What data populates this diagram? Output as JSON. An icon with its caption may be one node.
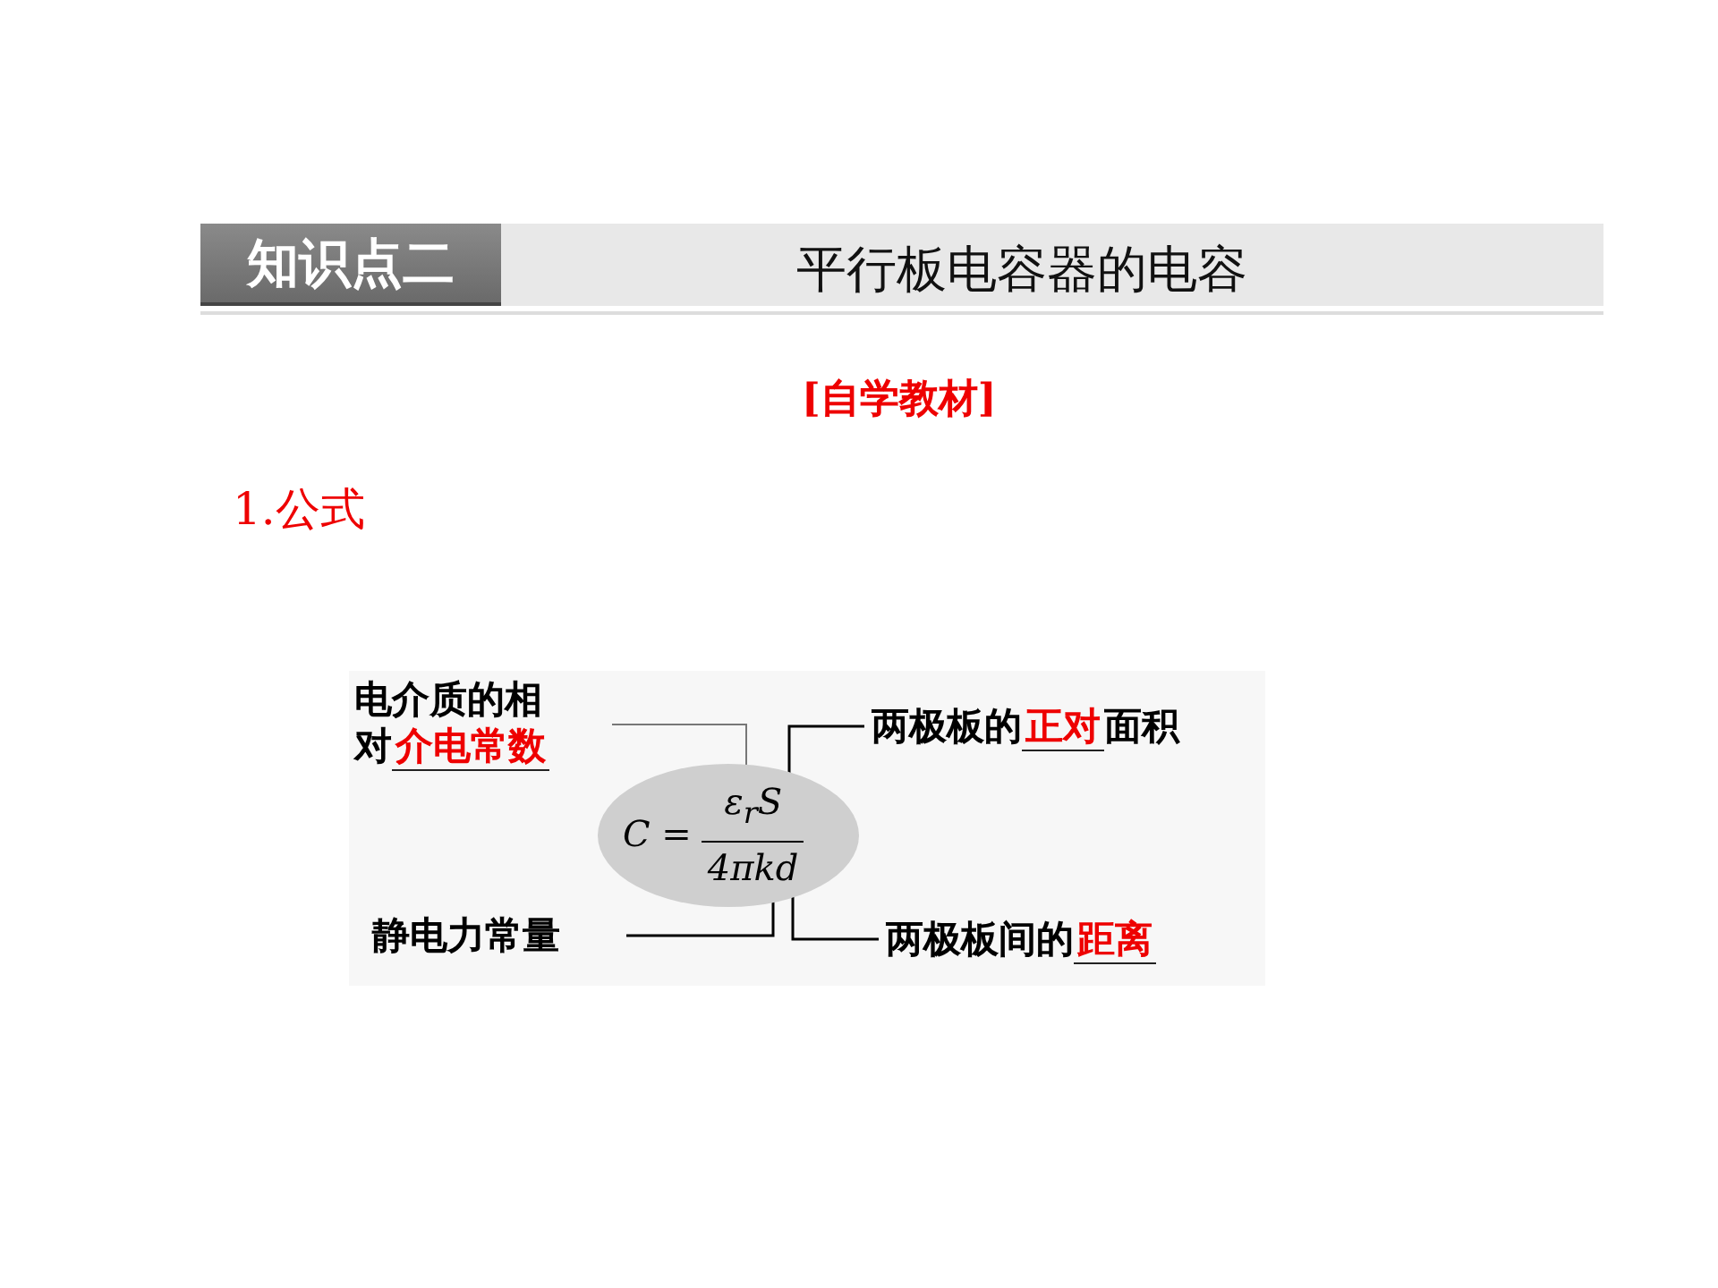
{
  "diagram": {
    "title": "平行板电容器的电容",
    "nodes": [
      {
        "text": [
          "C =",
          "ε$_{r}$S",
          "4πkd"
        ]
      },
      {
        "text": [
          "电介质的相对",
          "介电常数"
        ]
      },
      {
        "text": [
          "两极板的",
          "正对",
          "面积"
        ]
      },
      {
        "text": [
          "静电力常量"
        ]
      },
      {
        "text": [
          "两极板间的",
          "距离"
        ]
      }
    ],
    "edges": [
      {
        "from": 1,
        "to": 0,
        "arrow": "none",
        "color": "#777777"
      },
      {
        "from": 2,
        "to": 0,
        "arrow": "none"
      },
      {
        "from": 3,
        "to": 0,
        "arrow": "none"
      },
      {
        "from": 4,
        "to": 0,
        "arrow": "none"
      }
    ],
    "labels": [
      "知识点二",
      "[自学教材]",
      "1.公式"
    ]
  }
}
